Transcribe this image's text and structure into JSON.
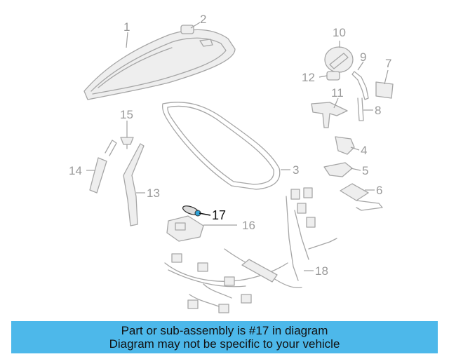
{
  "callouts": {
    "c1": "1",
    "c2": "2",
    "c3": "3",
    "c4": "4",
    "c5": "5",
    "c6": "6",
    "c7": "7",
    "c8": "8",
    "c9": "9",
    "c10": "10",
    "c11": "11",
    "c12": "12",
    "c13": "13",
    "c14": "14",
    "c15": "15",
    "c16": "16",
    "c17": "17",
    "c18": "18"
  },
  "highlight_part": "17",
  "colors": {
    "banner": "#4db8ea",
    "parts": "#a6a6a6",
    "highlight": "#111111"
  },
  "banner": {
    "line1": "Part or sub-assembly is #17 in diagram",
    "line2": "Diagram may not be specific to your vehicle"
  }
}
